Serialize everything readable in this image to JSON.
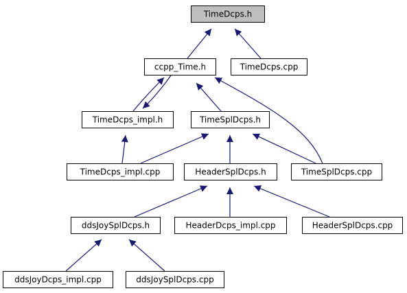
{
  "graph": {
    "type": "include-dependency-graph",
    "colors": {
      "edge": "#191970",
      "root_fill": "#bfbfbf",
      "node_fill": "#ffffff",
      "border": "#000000"
    },
    "nodes": [
      {
        "id": "timedcps_h",
        "label": "TimeDcps.h",
        "root": true
      },
      {
        "id": "ccpp_time_h",
        "label": "ccpp_Time.h"
      },
      {
        "id": "timedcps_cpp",
        "label": "TimeDcps.cpp"
      },
      {
        "id": "timedcps_impl_h",
        "label": "TimeDcps_impl.h"
      },
      {
        "id": "timespldcps_h",
        "label": "TimeSplDcps.h"
      },
      {
        "id": "timedcps_impl_cpp",
        "label": "TimeDcps_impl.cpp"
      },
      {
        "id": "headerspldcps_h",
        "label": "HeaderSplDcps.h"
      },
      {
        "id": "timespldcps_cpp",
        "label": "TimeSplDcps.cpp"
      },
      {
        "id": "ddsjoyspldcps_h",
        "label": "ddsJoySplDcps.h"
      },
      {
        "id": "headerdcps_impl_cpp",
        "label": "HeaderDcps_impl.cpp"
      },
      {
        "id": "headerspldcps_cpp",
        "label": "HeaderSplDcps.cpp"
      },
      {
        "id": "ddsjoydcps_impl_cpp",
        "label": "ddsJoyDcps_impl.cpp"
      },
      {
        "id": "ddsjoyspldcps_cpp",
        "label": "ddsJoySplDcps.cpp"
      }
    ],
    "edges": [
      {
        "from": "ccpp_time_h",
        "to": "timedcps_h"
      },
      {
        "from": "timedcps_cpp",
        "to": "timedcps_h"
      },
      {
        "from": "timedcps_impl_h",
        "to": "ccpp_time_h"
      },
      {
        "from": "ccpp_time_h",
        "to": "timedcps_impl_h"
      },
      {
        "from": "timespldcps_h",
        "to": "ccpp_time_h"
      },
      {
        "from": "timespldcps_cpp",
        "to": "ccpp_time_h"
      },
      {
        "from": "timedcps_impl_cpp",
        "to": "timedcps_impl_h"
      },
      {
        "from": "timedcps_impl_cpp",
        "to": "timespldcps_h"
      },
      {
        "from": "headerspldcps_h",
        "to": "timespldcps_h"
      },
      {
        "from": "timespldcps_cpp",
        "to": "timespldcps_h"
      },
      {
        "from": "ddsjoyspldcps_h",
        "to": "headerspldcps_h"
      },
      {
        "from": "headerdcps_impl_cpp",
        "to": "headerspldcps_h"
      },
      {
        "from": "headerspldcps_cpp",
        "to": "headerspldcps_h"
      },
      {
        "from": "ddsjoydcps_impl_cpp",
        "to": "ddsjoyspldcps_h"
      },
      {
        "from": "ddsjoyspldcps_cpp",
        "to": "ddsjoyspldcps_h"
      }
    ]
  }
}
